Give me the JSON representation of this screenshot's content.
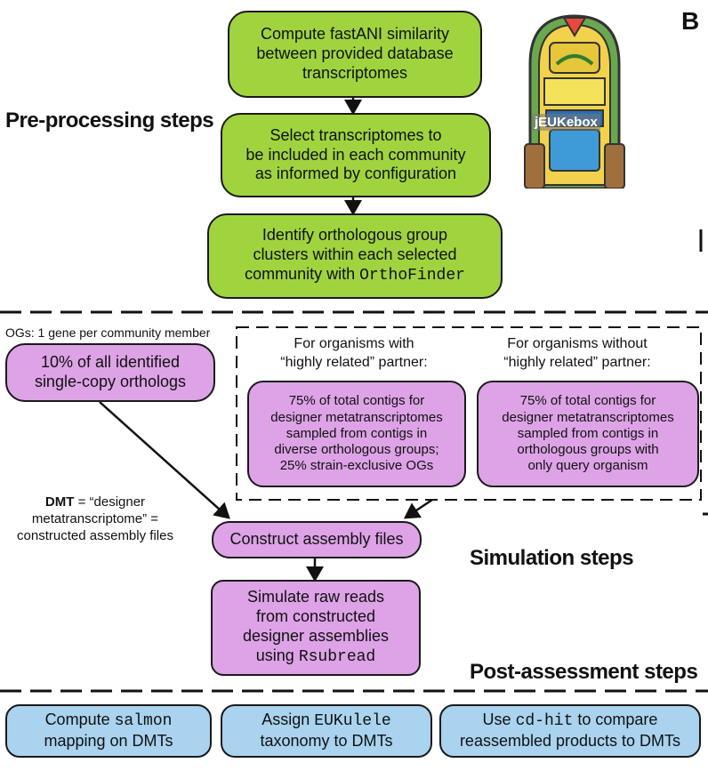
{
  "panel_letter": "B",
  "logo_text": "jEUKebox",
  "sections": {
    "pre_processing": "Pre-processing steps",
    "simulation": "Simulation steps",
    "post_assessment": "Post-assessment steps"
  },
  "pre": {
    "box1": "Compute fastANI similarity\nbetween provided database\ntranscriptomes",
    "box2": "Select transcriptomes to\nbe included in each community\nas informed by configuration",
    "box3_text": "Identify orthologous group\nclusters within each selected\ncommunity with ",
    "box3_tool": "OrthoFinder"
  },
  "sim": {
    "og_note": "OGs: 1 gene per community member",
    "single_copy": "10% of all identified\nsingle-copy orthologs",
    "related_header": "For organisms with\n“highly related” partner:",
    "unrelated_header": "For organisms without\n“highly related” partner:",
    "related_box": "75% of total contigs for\ndesigner metatranscriptomes\nsampled from contigs in\ndiverse orthologous groups;\n25% strain-exclusive OGs",
    "unrelated_box": "75% of total contigs for\ndesigner metatranscriptomes\nsampled from contigs in\northologous groups with\nonly query organism",
    "dmt_abbr": "DMT",
    "dmt_def": " = “designer\nmetatranscriptome” =\nconstructed assembly files",
    "construct": "Construct assembly files",
    "simulate_text": "Simulate raw reads\nfrom constructed\ndesigner assemblies\nusing ",
    "simulate_tool": "Rsubread"
  },
  "post": {
    "b1_pre": "Compute ",
    "b1_tool": "salmon",
    "b1_post": "mapping on DMTs",
    "b2_pre": "Assign ",
    "b2_tool": "EUKulele",
    "b2_post": "taxonomy to DMTs",
    "b3_pre": "Use ",
    "b3_tool": "cd-hit",
    "b3_post": " to compare\nreassembled products to DMTs"
  }
}
